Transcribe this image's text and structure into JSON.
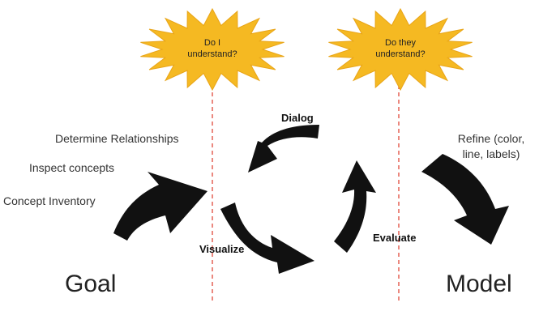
{
  "left_steps": [
    "Determine Relationships",
    "Inspect concepts",
    "Concept Inventory"
  ],
  "goal_label": "Goal",
  "model_label": "Model",
  "cycle": {
    "top": "Dialog",
    "bottom_left": "Visualize",
    "bottom_right": "Evaluate"
  },
  "refine_lines": [
    "Refine (color,",
    "line, labels)"
  ],
  "bursts": {
    "left": [
      "Do I",
      "understand?"
    ],
    "right": [
      "Do they",
      "understand?"
    ]
  },
  "colors": {
    "arrow": "#111111",
    "burst_fill": "#f5b922",
    "burst_stroke": "#e8a417",
    "divider": "#e0483a"
  }
}
